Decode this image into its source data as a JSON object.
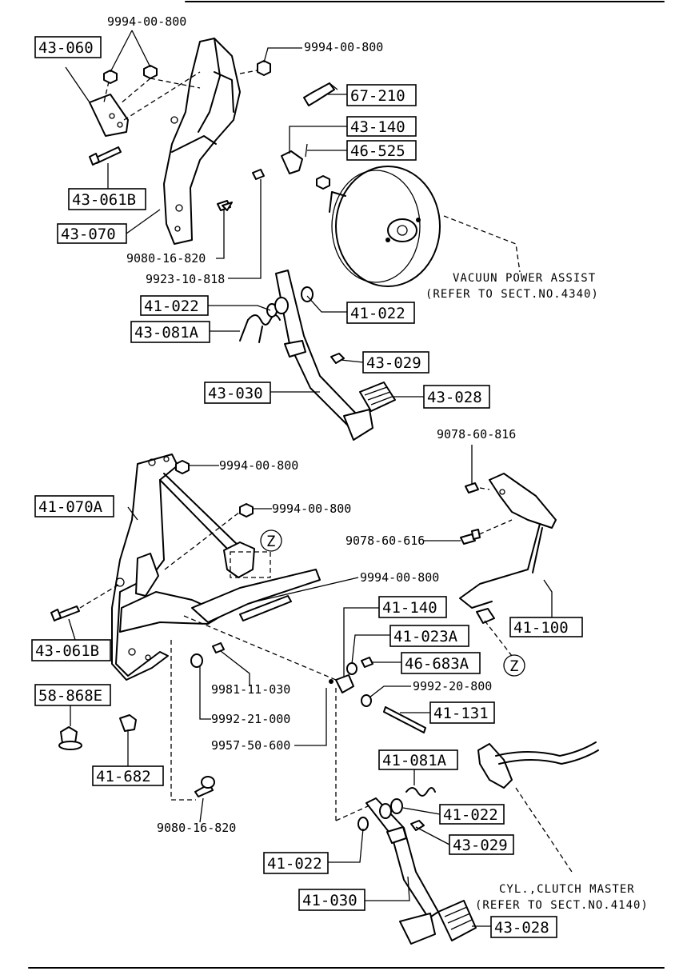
{
  "boxed_labels": {
    "l_43_060": "43-060",
    "l_67_210": "67-210",
    "l_43_140": "43-140",
    "l_46_525": "46-525",
    "l_43_061b_top": "43-061B",
    "l_43_070": "43-070",
    "l_41_022_a": "41-022",
    "l_41_022_b": "41-022",
    "l_43_081a": "43-081A",
    "l_43_029_top": "43-029",
    "l_43_030": "43-030",
    "l_43_028_top": "43-028",
    "l_41_070a": "41-070A",
    "l_41_140": "41-140",
    "l_41_023a": "41-023A",
    "l_46_683a": "46-683A",
    "l_41_100": "41-100",
    "l_43_061b_bot": "43-061B",
    "l_41_131": "41-131",
    "l_58_868e": "58-868E",
    "l_41_682": "41-682",
    "l_41_081a": "41-081A",
    "l_41_022_c": "41-022",
    "l_43_029_bot": "43-029",
    "l_41_022_d": "41-022",
    "l_41_030": "41-030",
    "l_43_028_bot": "43-028"
  },
  "part_numbers": {
    "p_9994_00_800_a": "9994-00-800",
    "p_9994_00_800_b": "9994-00-800",
    "p_9080_16_820_top": "9080-16-820",
    "p_9923_10_818": "9923-10-818",
    "p_9078_60_816": "9078-60-816",
    "p_9994_00_800_c": "9994-00-800",
    "p_9994_00_800_d": "9994-00-800",
    "p_9078_60_616": "9078-60-616",
    "p_9994_00_800_e": "9994-00-800",
    "p_9981_11_030": "9981-11-030",
    "p_9992_20_800": "9992-20-800",
    "p_9992_21_000": "9992-21-000",
    "p_9957_50_600": "9957-50-600",
    "p_9080_16_820_bot": "9080-16-820"
  },
  "notes": {
    "vacuum_line1": "VACUUN POWER ASSIST",
    "vacuum_line2": "(REFER TO SECT.NO.4340)",
    "clutch_line1": "CYL.,CLUTCH MASTER",
    "clutch_line2": "(REFER TO SECT.NO.4140)",
    "z_marker_1": "Z",
    "z_marker_2": "Z"
  }
}
